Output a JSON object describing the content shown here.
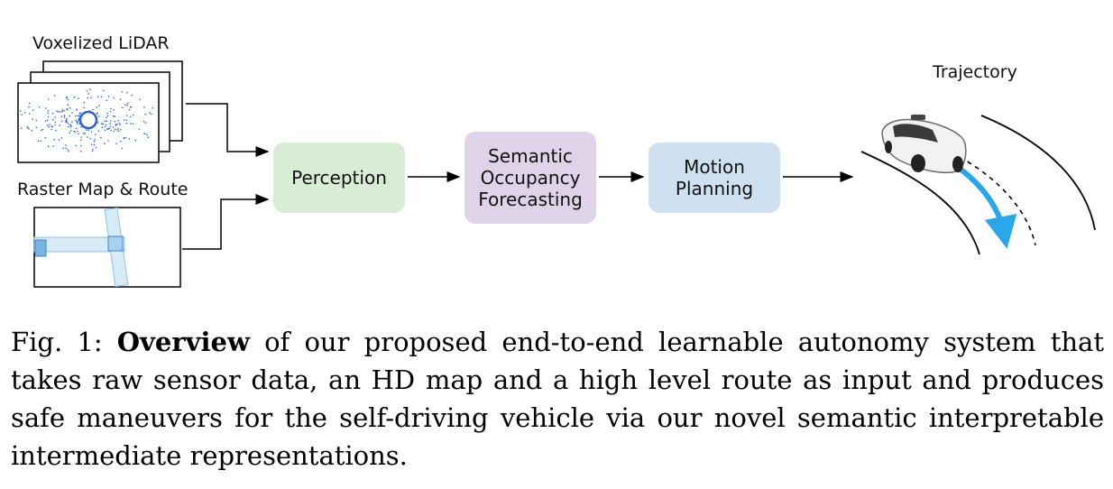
{
  "inputs": {
    "lidar_label": "Voxelized LiDAR",
    "map_label": "Raster Map & Route"
  },
  "modules": {
    "perception": "Perception",
    "occupancy": "Semantic\nOccupancy\nForecasting",
    "planning": "Motion\nPlanning"
  },
  "output": {
    "trajectory_label": "Trajectory"
  },
  "caption": {
    "prefix": "Fig. 1: ",
    "bold": "Overview",
    "body": " of our proposed end-to-end learnable autonomy system that takes raw sensor data, an HD map and a high level route as input and produces safe maneuvers for the self-driving vehicle via our novel semantic interpretable intermediate representations."
  },
  "colors": {
    "perception": "#d9ecd6",
    "occupancy": "#dfd3ea",
    "planning": "#cfe0f1",
    "trajectory_arrow": "#2aa7e8",
    "lidar_points": "#2a62c9"
  }
}
